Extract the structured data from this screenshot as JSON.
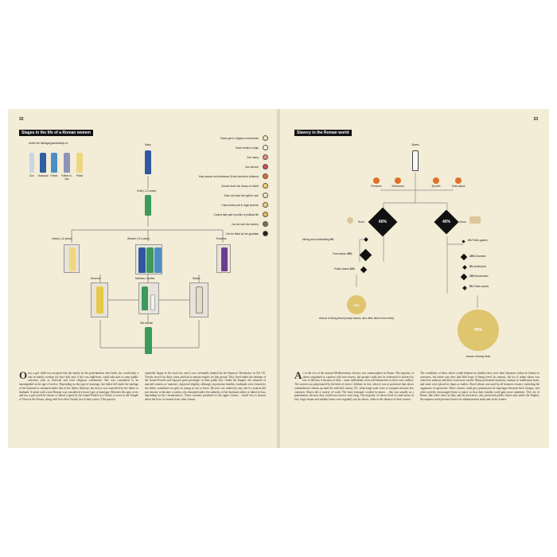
{
  "left": {
    "page_number": "32",
    "header": "Stages in the life of a Roman women",
    "tutelage_label": "Under the tutelage/guardianship of:",
    "guardians": [
      "Son",
      "Husband",
      "Father",
      "Father-in-law",
      "Priest"
    ],
    "legend": [
      "Takes part in religious ceremonies",
      "Must remain a virgin",
      "Can marry",
      "Can divorce",
      "May receive an inheritance (if she has three children)",
      "Cannot touch her dowry or inherit",
      "Does not have the right to vote",
      "Cannot take part in legal process",
      "Cannot take part in public or political life",
      "Can be sold into slavery",
      "Can be killed by her guardian"
    ],
    "stages": {
      "baby": "Baby",
      "child": "Child (–12 years)",
      "vestal": "Vestal (–12 years)",
      "woman": "Women (+12 years)",
      "empress": "Empress",
      "divorcee": "Divorcee",
      "mistress": "Mistress / mother",
      "widow": "Widow",
      "old": "Old woman"
    },
    "body_col1": "nce a girl child was accepted into the family by her paterfamilias after birth, she would play a role in family worship (as boys did) and, if she was high-born, could take part in some public activities such as festivals and even religious ceremonies. She was considered to be marriageable at the age of twelve. Depending on the type of marriage, she either fell under the tutelage of her husband or remained under that of her father; likewise, her dowry was controlled by her father or husband. A union with a non-Roman was considered a lesser type of marriage. Between the ages of six and ten, a girl could be chosen or 'taken' (capta) by the Grand Pontiff as a Vestal, to serve in the Temple of Vesta in the Forum, along with five other Vestals (six in later years). This practice",
    "body_col1_cap": "O",
    "body_col2": "reputedly began in the royal era, and it was eventually banned by the Emperor Theodosius in 391 CE. Vestals served for thirty years and had to remain virgins for that period. They lived under the tutelage of the Grand Pontiff and enjoyed great privileges in their public life. Under the Empire, the situation of married women, or 'matrons', improved slightly, although, in patrician families, husbands were chosen by the father, sometimes for girls as young as two or three. Divorce was relatively easy, but if a matron did not remarry or become a widow, she remained under the authority of her husband, father or father-in-law, depending on the circumstances. These customs pertained to the upper classes – much less is known about the lives of women from other classes."
  },
  "right": {
    "page_number": "33",
    "header": "Slavery in the Roman world",
    "slaves_label": "Slaves",
    "sources": [
      "Prisoners",
      "Sentenced",
      "By birth",
      "Debt slaves"
    ],
    "rural": {
      "label": "Rural",
      "pct": "60%"
    },
    "urban": {
      "label": "Urban",
      "pct": "40%"
    },
    "rural_items": [
      {
        "label": "Mining and roadbuilding",
        "pct": "5%"
      },
      {
        "label": "Farm labour",
        "pct": "45%"
      },
      {
        "label": "Public slaves",
        "pct": "10%"
      }
    ],
    "urban_items": [
      {
        "pct": "1%",
        "label": "Public games"
      },
      {
        "pct": "15%",
        "label": "Domestic"
      },
      {
        "pct": "5%",
        "label": "Intellectual"
      },
      {
        "pct": "15%",
        "label": "Businesses"
      },
      {
        "pct": "5%",
        "label": "Public slaves"
      }
    ],
    "rural_freed_pct": "10%",
    "rural_freed_caption": "chance of being freed (except miners, who often died in the mines)",
    "urban_freed_pct": "90%",
    "urban_freed_caption": "chance of being freed",
    "body_col1_cap": "A",
    "body_col1": "s in the rest of the ancient Mediterranean, slavery was commonplace in Rome. The majority of slaves originated as captives sold into slavery, but people could also be sentenced to slavery by law of fall into it because of debt – some individuals even sold themselves to their own creditor. The system was perpetuated by the birth of slaves' children. In fact, slavery was so pervasive that slaves outnumbered citizens up until the mid-2nd century CE, when large-scale wars of conquest became less common. Slaves did a variety of work. The least fortunate worked in mines – this was usually as a punishment, because they would not survive very long. The majority of slaves lived in rural areas; in fact, large estates and smaller farms were regularly run by slaves, often in the absence of their owners.",
    "body_col2": "The conditions of these slaves would depend on whether they were farm labourers (often in chains) or overseers, but either way they had little hope of being freed. In contrast, the lot of urban slaves was often less arduous and their work more varied. Many performed domestic, manual or intellectual tasks, and some were placed in shops as traders. Slave labour was used by all business owners, including the organizers of spectacles. Slave owners could give permission for marriages between their charges, and often actively encouraged them to marry so that their familia could gain more members. The city of Rome, like other cities in Italy and the provinces, also possessed public slaves and, under the Empire, the emperor used personal slaves for administrative tasks and on his estates."
  },
  "colors": {
    "page_bg": "#f3ecd6",
    "gold": "#dfc56e",
    "orange": "#e0702a",
    "black": "#111111",
    "green": "#3c9a5a",
    "blue": "#2f58a3",
    "purple": "#6a3d8f"
  }
}
